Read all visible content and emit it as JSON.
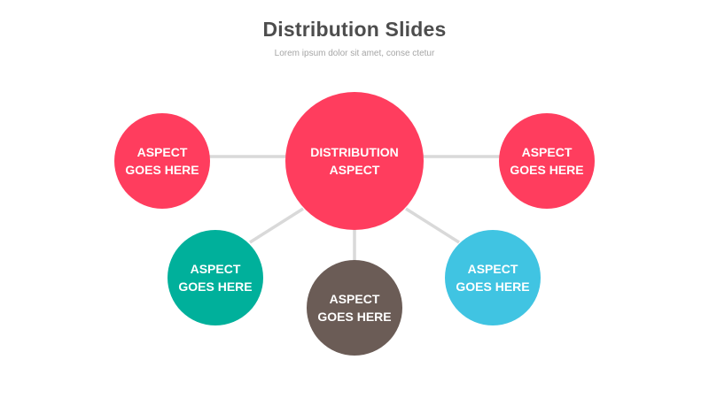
{
  "slide": {
    "title": "Distribution Slides",
    "subtitle": "Lorem ipsum dolor sit amet, conse ctetur"
  },
  "nodes": {
    "center": {
      "line1": "DISTRIBUTION",
      "line2": "ASPECT",
      "color": "#ff3d5e"
    },
    "left": {
      "line1": "ASPECT",
      "line2": "GOES HERE",
      "color": "#ff3d5e"
    },
    "right": {
      "line1": "ASPECT",
      "line2": "GOES HERE",
      "color": "#ff3d5e"
    },
    "bottom_left": {
      "line1": "ASPECT",
      "line2": "GOES HERE",
      "color": "#00b09b"
    },
    "bottom": {
      "line1": "ASPECT",
      "line2": "GOES HERE",
      "color": "#6b5c56"
    },
    "bottom_right": {
      "line1": "ASPECT",
      "line2": "GOES HERE",
      "color": "#40c4e2"
    }
  },
  "connector_color": "#d9d9d9"
}
